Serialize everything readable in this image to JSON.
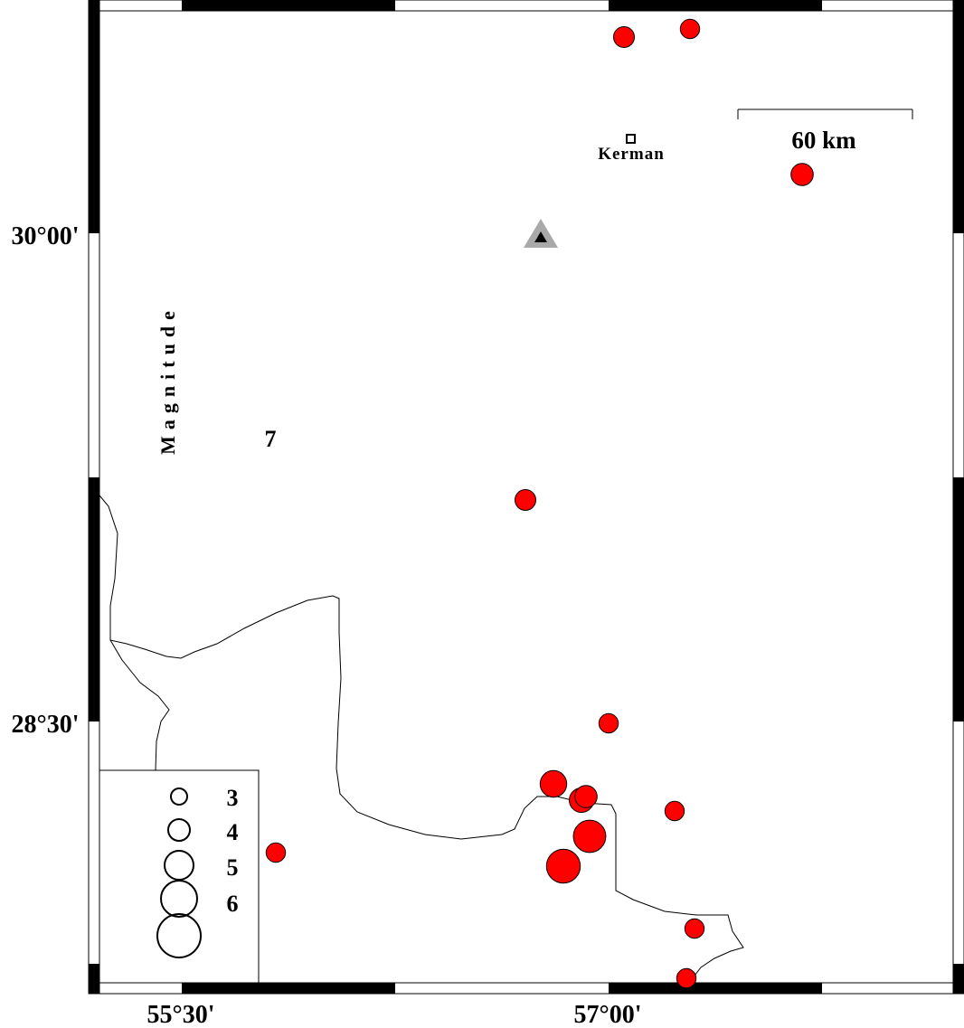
{
  "map": {
    "place_label": "Kerman",
    "scale_bar_label": "60 km",
    "lat_labels": [
      "30°00'",
      "28°30'"
    ],
    "lon_labels": [
      "55°30'",
      "57°00'"
    ]
  },
  "legend": {
    "side_title": "Magnitude",
    "entries": [
      "3",
      "4",
      "5",
      "6",
      "7"
    ]
  },
  "colors": {
    "event_fill": "#ff0000",
    "station_outer": "#a9a9a9",
    "station_inner": "#000000",
    "border_line": "#000000"
  },
  "icons": {
    "event": "red-circle",
    "station": "triangle",
    "city": "square"
  },
  "events": [
    {
      "magnitude": 4.0
    },
    {
      "magnitude": 3.8
    },
    {
      "magnitude": 4.2
    },
    {
      "magnitude": 4.0
    },
    {
      "magnitude": 3.8
    },
    {
      "magnitude": 4.8
    },
    {
      "magnitude": 4.5
    },
    {
      "magnitude": 4.2
    },
    {
      "magnitude": 5.6
    },
    {
      "magnitude": 5.8
    },
    {
      "magnitude": 3.8
    },
    {
      "magnitude": 3.8
    },
    {
      "magnitude": 3.8
    },
    {
      "magnitude": 3.8
    }
  ]
}
